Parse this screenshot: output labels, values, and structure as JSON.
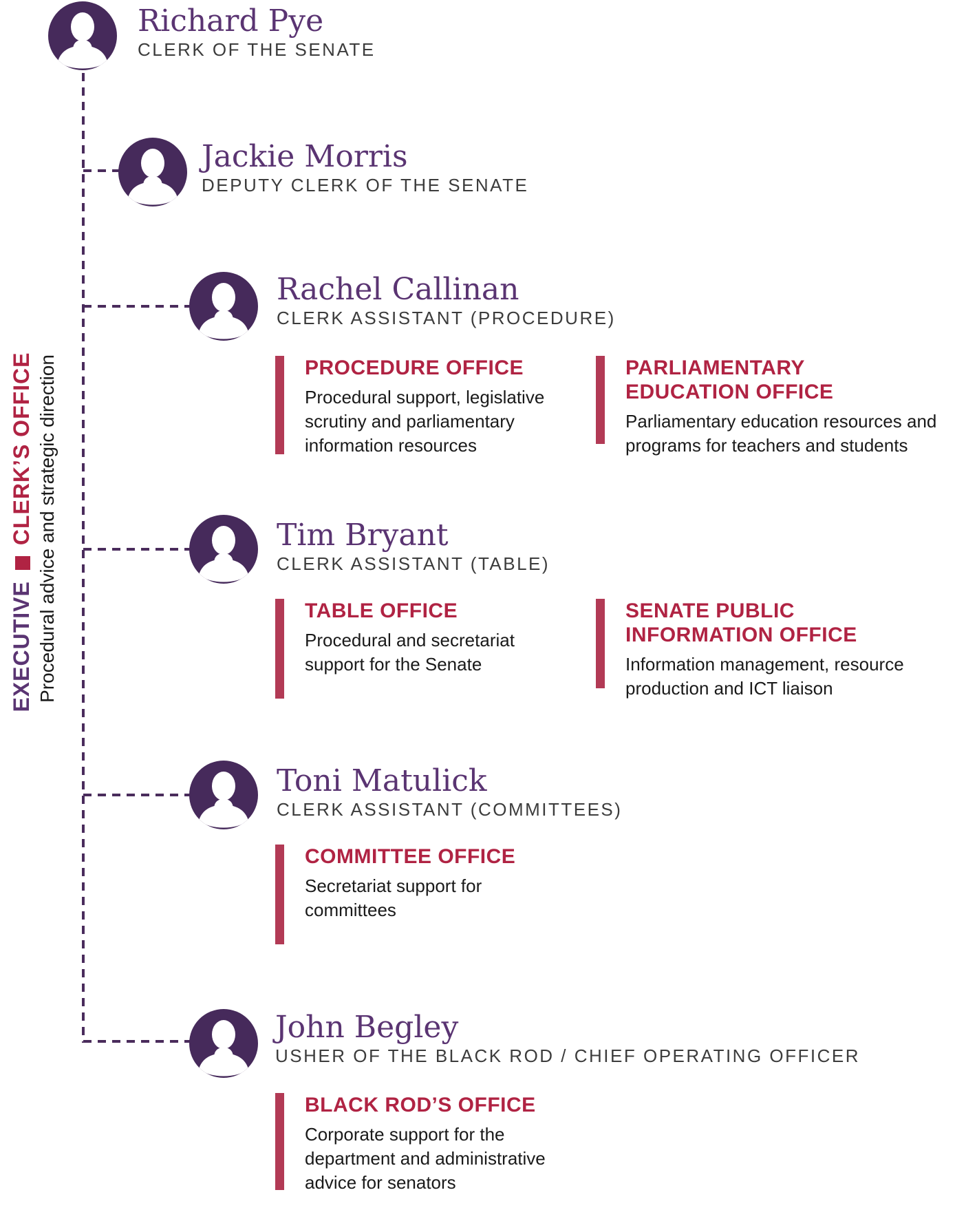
{
  "sidebar": {
    "executive_label": "EXECUTIVE",
    "office_label": "CLERK’S OFFICE",
    "tagline": "Procedural advice and strategic direction"
  },
  "colors": {
    "avatar_purple": "#462a5b",
    "name_purple": "#5a3472",
    "heading_crimson": "#b02343",
    "bar_crimson": "#b23a55",
    "title_gray": "#3c3c3c",
    "body_black": "#1a1a1a"
  },
  "people": [
    {
      "name": "Richard Pye",
      "title": "CLERK OF THE SENATE"
    },
    {
      "name": "Jackie Morris",
      "title": "DEPUTY CLERK OF THE SENATE"
    },
    {
      "name": "Rachel Callinan",
      "title": "CLERK ASSISTANT (PROCEDURE)",
      "offices": [
        {
          "name_lines": [
            "PROCEDURE OFFICE"
          ],
          "desc_lines": [
            "Procedural support, legislative",
            "scrutiny and parliamentary",
            "information resources"
          ]
        },
        {
          "name_lines": [
            "PARLIAMENTARY",
            "EDUCATION OFFICE"
          ],
          "desc_lines": [
            "Parliamentary education resources and",
            "programs for teachers and students"
          ]
        }
      ]
    },
    {
      "name": "Tim Bryant",
      "title": "CLERK ASSISTANT (TABLE)",
      "offices": [
        {
          "name_lines": [
            "TABLE OFFICE"
          ],
          "desc_lines": [
            "Procedural and secretariat",
            "support for the Senate"
          ]
        },
        {
          "name_lines": [
            "SENATE PUBLIC",
            "INFORMATION OFFICE"
          ],
          "desc_lines": [
            "Information management, resource",
            "production and ICT liaison"
          ]
        }
      ]
    },
    {
      "name": "Toni Matulick",
      "title": "CLERK ASSISTANT (COMMITTEES)",
      "offices": [
        {
          "name_lines": [
            "COMMITTEE OFFICE"
          ],
          "desc_lines": [
            "Secretariat support for",
            "committees"
          ]
        }
      ]
    },
    {
      "name": "John Begley",
      "title": "USHER OF THE BLACK ROD / CHIEF OPERATING OFFICER",
      "offices": [
        {
          "name_lines": [
            "BLACK ROD’S OFFICE"
          ],
          "desc_lines": [
            "Corporate support for the",
            "department and administrative",
            "advice for senators"
          ]
        }
      ]
    }
  ]
}
